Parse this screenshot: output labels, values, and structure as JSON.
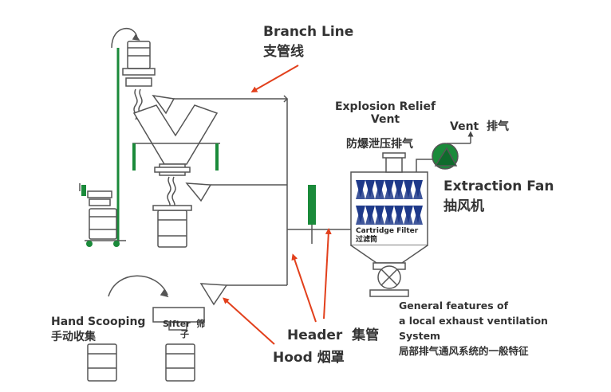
{
  "labels": {
    "branch_line_en": "Branch Line",
    "branch_line_cn": "支管线",
    "explosion_en_1": "Explosion Relief",
    "explosion_en_2": "Vent",
    "explosion_cn": "防爆泄压排气",
    "vent_en": "Vent",
    "vent_cn": "排气",
    "extraction_en": "Extraction Fan",
    "extraction_cn": "抽风机",
    "cartridge_en": "Cartridge Filter",
    "cartridge_cn": "过滤筒",
    "header_en": "Header",
    "header_cn": "集管",
    "hood_en": "Hood",
    "hood_cn": "烟罩",
    "hand_en": "Hand Scooping",
    "hand_cn": "手动收集",
    "sifter_en": "Sifter",
    "sifter_cn_1": "筛",
    "sifter_cn_2": "子",
    "general_1": "General features of",
    "general_2": "a local exhaust ventilation",
    "general_3": "System",
    "general_cn": "局部排气通风系统的一般特征"
  },
  "colors": {
    "line": "#555555",
    "green": "#1a8a3a",
    "arrow": "#e2401c",
    "blue": "#1f3a8a",
    "text": "#333333"
  }
}
